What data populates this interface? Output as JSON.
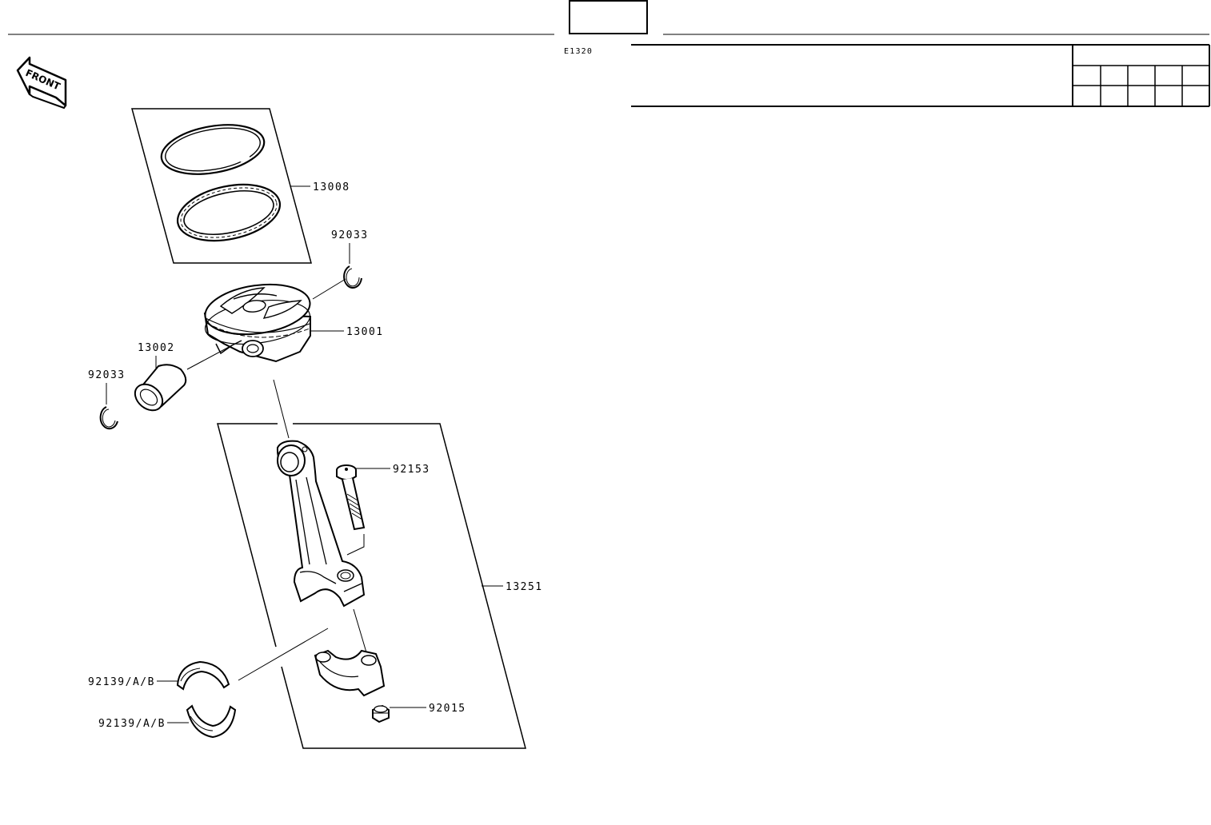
{
  "header": {
    "page_box_text": "",
    "diagram_code": "E1320"
  },
  "front_indicator": {
    "label": "FRONT",
    "icon": "front-arrow-icon"
  },
  "callouts": {
    "piston_ring_set": "13008",
    "snap_ring_upper": "92033",
    "piston": "13001",
    "piston_pin": "13002",
    "snap_ring_lower": "92033",
    "conrod_bolt": "92153",
    "connecting_rod": "13251",
    "bearing_upper": "92139/A/B",
    "bearing_lower": "92139/A/B",
    "conrod_nut": "92015"
  },
  "header_table": {
    "rows": 3,
    "cols": 5,
    "cells": []
  }
}
